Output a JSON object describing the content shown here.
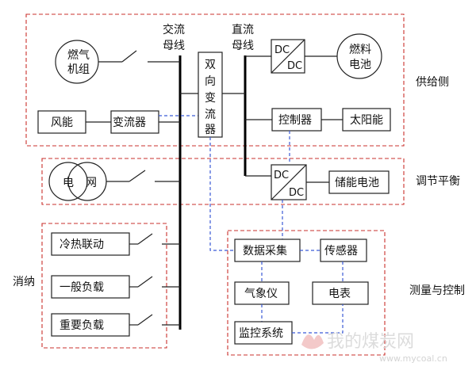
{
  "buses": {
    "ac": [
      "交流",
      "母线"
    ],
    "dc": [
      "直流",
      "母线"
    ]
  },
  "regions": {
    "supply": "供给侧",
    "balance": "调节平衡",
    "consume": "消纳",
    "measure": "测量与控制"
  },
  "nodes": {
    "gas_unit": [
      "燃气",
      "机组"
    ],
    "wind": "风能",
    "converter": "变流器",
    "bidirectional": [
      "双",
      "向",
      "变",
      "流",
      "器"
    ],
    "dcdc_top": [
      "DC",
      "DC"
    ],
    "fuel_cell": [
      "燃料",
      "电池"
    ],
    "controller": "控制器",
    "solar": "太阳能",
    "grid_left": "电",
    "grid_right": "网",
    "dcdc_storage": [
      "DC",
      "DC"
    ],
    "storage_battery": "储能电池",
    "chp": "冷热联动",
    "general_load": "一般负载",
    "important_load": "重要负载",
    "data_acq": "数据采集",
    "sensor": "传感器",
    "weather": "气象仪",
    "meter": "电表",
    "monitor": "监控系统"
  },
  "watermark": {
    "text": "我的煤炭网",
    "url": "www.mycoal.cn"
  },
  "colors": {
    "region_border": "#c9302c",
    "signal_line": "#3b5bd6",
    "bus": "#000000"
  }
}
